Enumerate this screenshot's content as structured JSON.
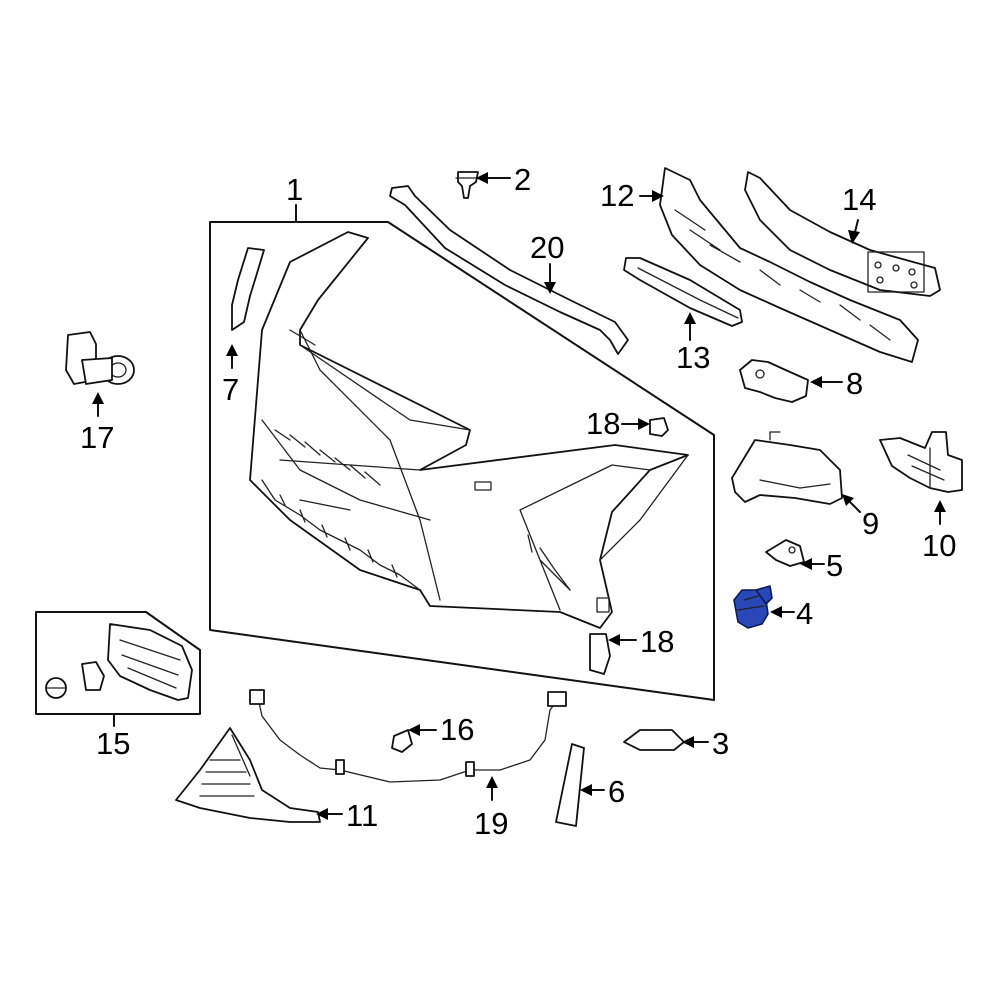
{
  "diagram": {
    "highlight_color": "#2a47b8",
    "highlighted_part": "4",
    "callouts": [
      {
        "id": "c1",
        "label": "1"
      },
      {
        "id": "c2",
        "label": "2"
      },
      {
        "id": "c3",
        "label": "3"
      },
      {
        "id": "c4",
        "label": "4"
      },
      {
        "id": "c5",
        "label": "5"
      },
      {
        "id": "c6",
        "label": "6"
      },
      {
        "id": "c7",
        "label": "7"
      },
      {
        "id": "c8",
        "label": "8"
      },
      {
        "id": "c9",
        "label": "9"
      },
      {
        "id": "c10",
        "label": "10"
      },
      {
        "id": "c11",
        "label": "11"
      },
      {
        "id": "c12",
        "label": "12"
      },
      {
        "id": "c13",
        "label": "13"
      },
      {
        "id": "c14",
        "label": "14"
      },
      {
        "id": "c15",
        "label": "15"
      },
      {
        "id": "c16",
        "label": "16"
      },
      {
        "id": "c17",
        "label": "17"
      },
      {
        "id": "c18a",
        "label": "18"
      },
      {
        "id": "c18b",
        "label": "18"
      },
      {
        "id": "c19",
        "label": "19"
      },
      {
        "id": "c20",
        "label": "20"
      }
    ]
  }
}
